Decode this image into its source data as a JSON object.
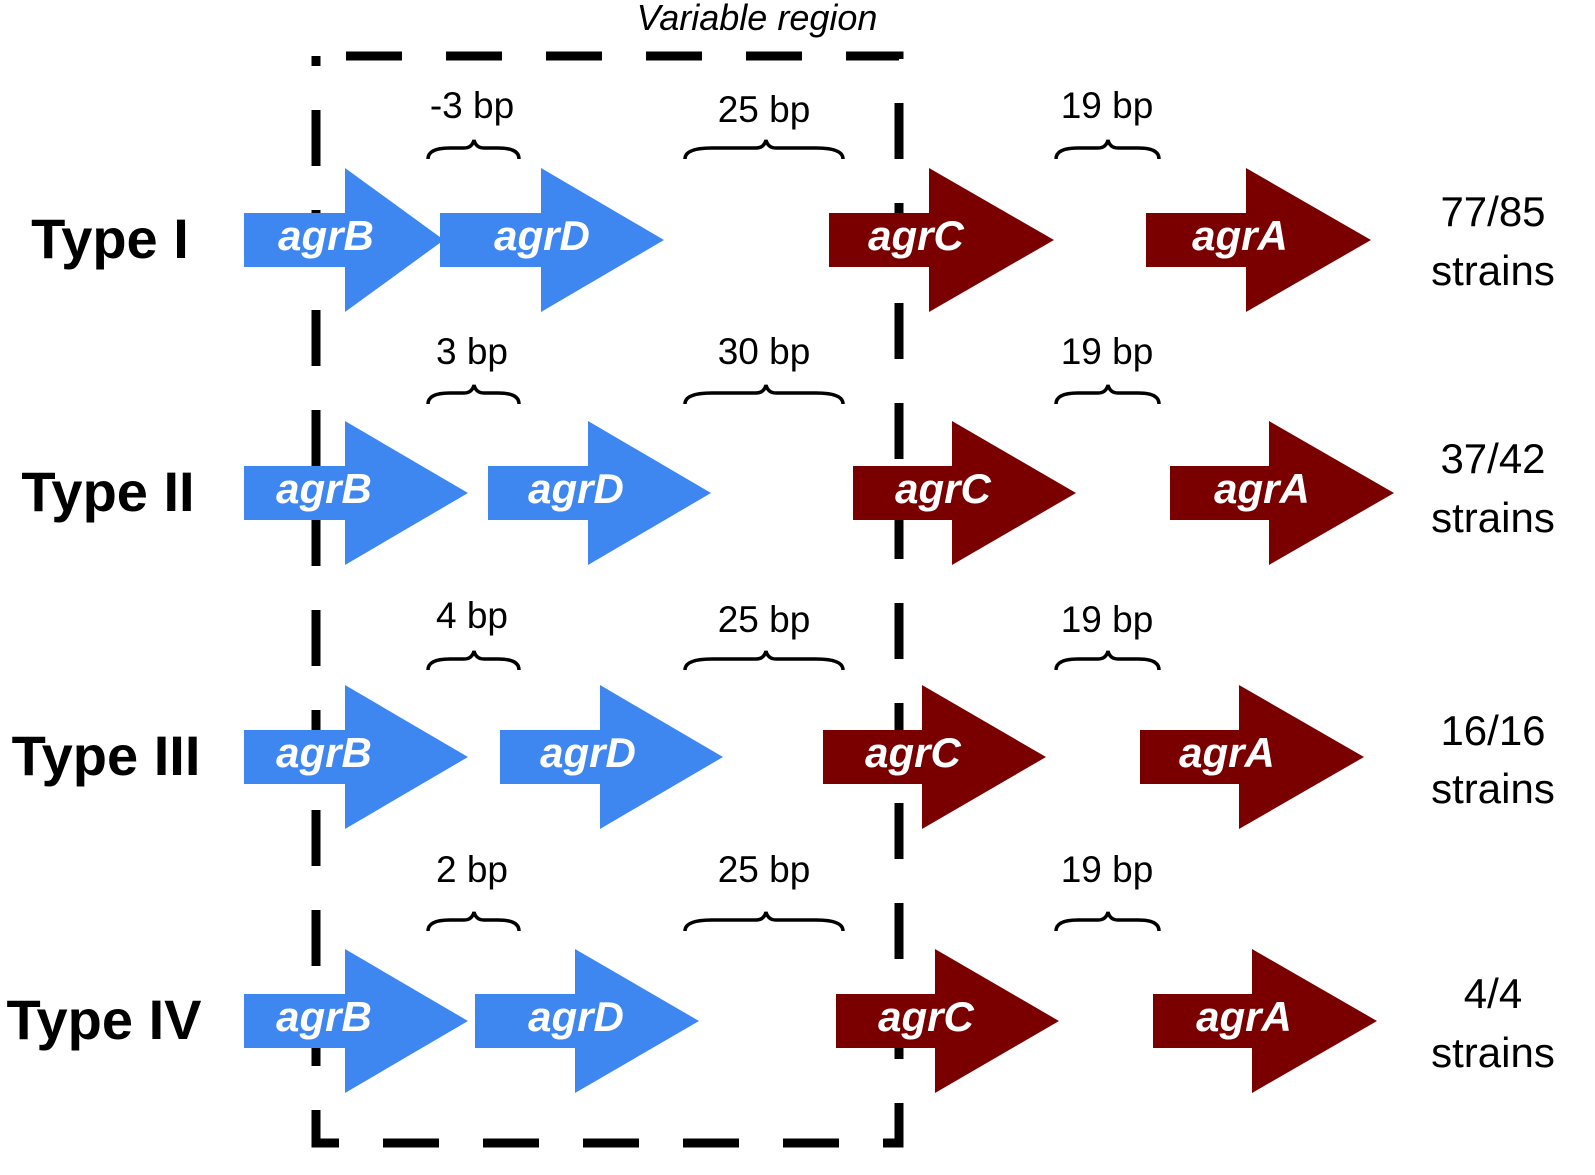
{
  "variable_region": {
    "label": "Variable region"
  },
  "colors": {
    "blue_gene": "#3f87f0",
    "red_gene": "#7a0000",
    "frame": "#000000"
  },
  "types": [
    {
      "label": "Type I",
      "count_line1": "77/85",
      "count_line2": "strains",
      "genes": [
        {
          "name": "agrB",
          "color": "blue"
        },
        {
          "name": "agrD",
          "color": "blue"
        },
        {
          "name": "agrC",
          "color": "red"
        },
        {
          "name": "agrA",
          "color": "red"
        }
      ],
      "gaps": [
        "-3 bp",
        "25 bp",
        "19 bp"
      ]
    },
    {
      "label": "Type II",
      "count_line1": "37/42",
      "count_line2": "strains",
      "genes": [
        {
          "name": "agrB",
          "color": "blue"
        },
        {
          "name": "agrD",
          "color": "blue"
        },
        {
          "name": "agrC",
          "color": "red"
        },
        {
          "name": "agrA",
          "color": "red"
        }
      ],
      "gaps": [
        "3 bp",
        "30 bp",
        "19 bp"
      ]
    },
    {
      "label": "Type III",
      "count_line1": "16/16",
      "count_line2": "strains",
      "genes": [
        {
          "name": "agrB",
          "color": "blue"
        },
        {
          "name": "agrD",
          "color": "blue"
        },
        {
          "name": "agrC",
          "color": "red"
        },
        {
          "name": "agrA",
          "color": "red"
        }
      ],
      "gaps": [
        "4 bp",
        "25 bp",
        "19 bp"
      ]
    },
    {
      "label": "Type IV",
      "count_line1": "4/4",
      "count_line2": "strains",
      "genes": [
        {
          "name": "agrB",
          "color": "blue"
        },
        {
          "name": "agrD",
          "color": "blue"
        },
        {
          "name": "agrC",
          "color": "red"
        },
        {
          "name": "agrA",
          "color": "red"
        }
      ],
      "gaps": [
        "2 bp",
        "25 bp",
        "19 bp"
      ]
    }
  ]
}
